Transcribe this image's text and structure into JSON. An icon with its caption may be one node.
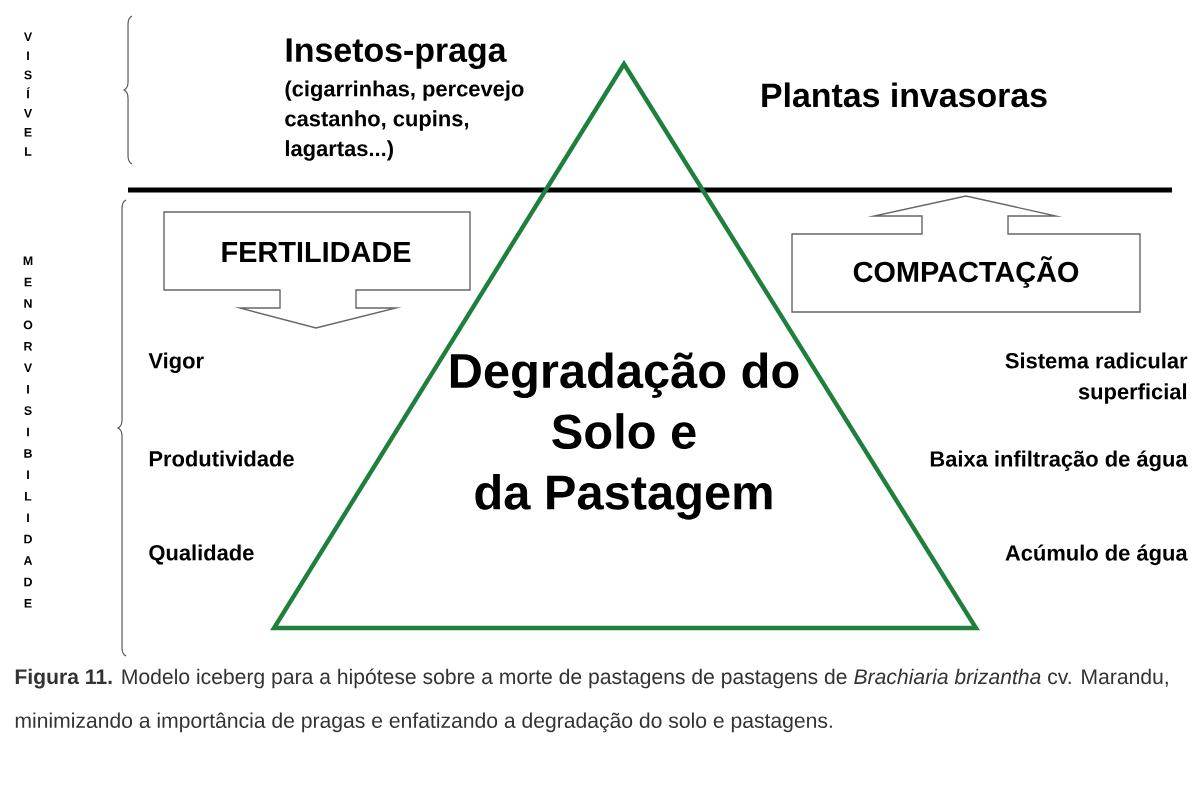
{
  "diagram": {
    "caption": "**Figura 11.** Modelo iceberg para a hipótese sobre a morte de pastagens de pastagens de *Brachiaria brizantha* cv. Marandu, minimizando a importância de pragas e enfatizando a degradação do solo e pastagens.",
    "nodes": [
      {
        "text": [
          "Degradação do Solo e da Pastagem"
        ]
      },
      {
        "text": [
          "FERTILIDADE"
        ]
      },
      {
        "text": [
          "COMPACTAÇÃO"
        ]
      }
    ],
    "labels": [
      "VISÍVEL",
      "MENOR VISIBILIDADE",
      "Insetos-praga",
      "(cigarrinhas, percevejo castanho, cupins, lagartas...)",
      "Plantas invasoras",
      "Vigor",
      "Produtividade",
      "Qualidade",
      "Sistema radicular superficial",
      "Baixa infiltração de água",
      "Acúmulo de água"
    ]
  }
}
